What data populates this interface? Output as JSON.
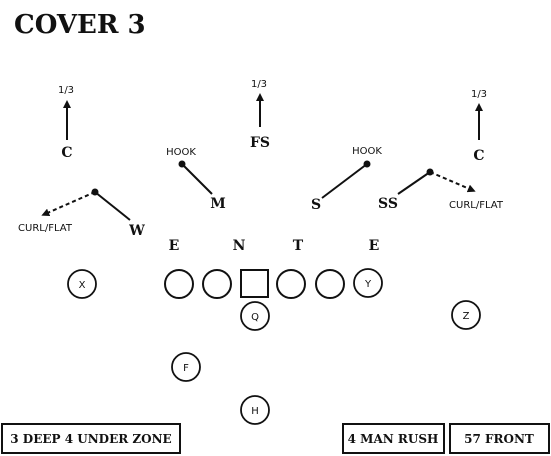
{
  "title": "COVER 3",
  "deep_zone_label": "1/3",
  "hook_label": "HOOK",
  "curl_flat_label": "CURL/FLAT",
  "defense": {
    "c_left": "C",
    "fs": "FS",
    "c_right": "C",
    "m": "M",
    "s": "S",
    "ss": "SS",
    "w": "W"
  },
  "d_line": {
    "e_left": "E",
    "n": "N",
    "t": "T",
    "e_right": "E"
  },
  "offense": {
    "x": "X",
    "y": "Y",
    "q": "Q",
    "z": "Z",
    "f": "F",
    "h": "H"
  },
  "boxes": {
    "coverage": "3 DEEP 4 UNDER ZONE",
    "rush": "4 MAN RUSH",
    "front": "57 FRONT"
  }
}
